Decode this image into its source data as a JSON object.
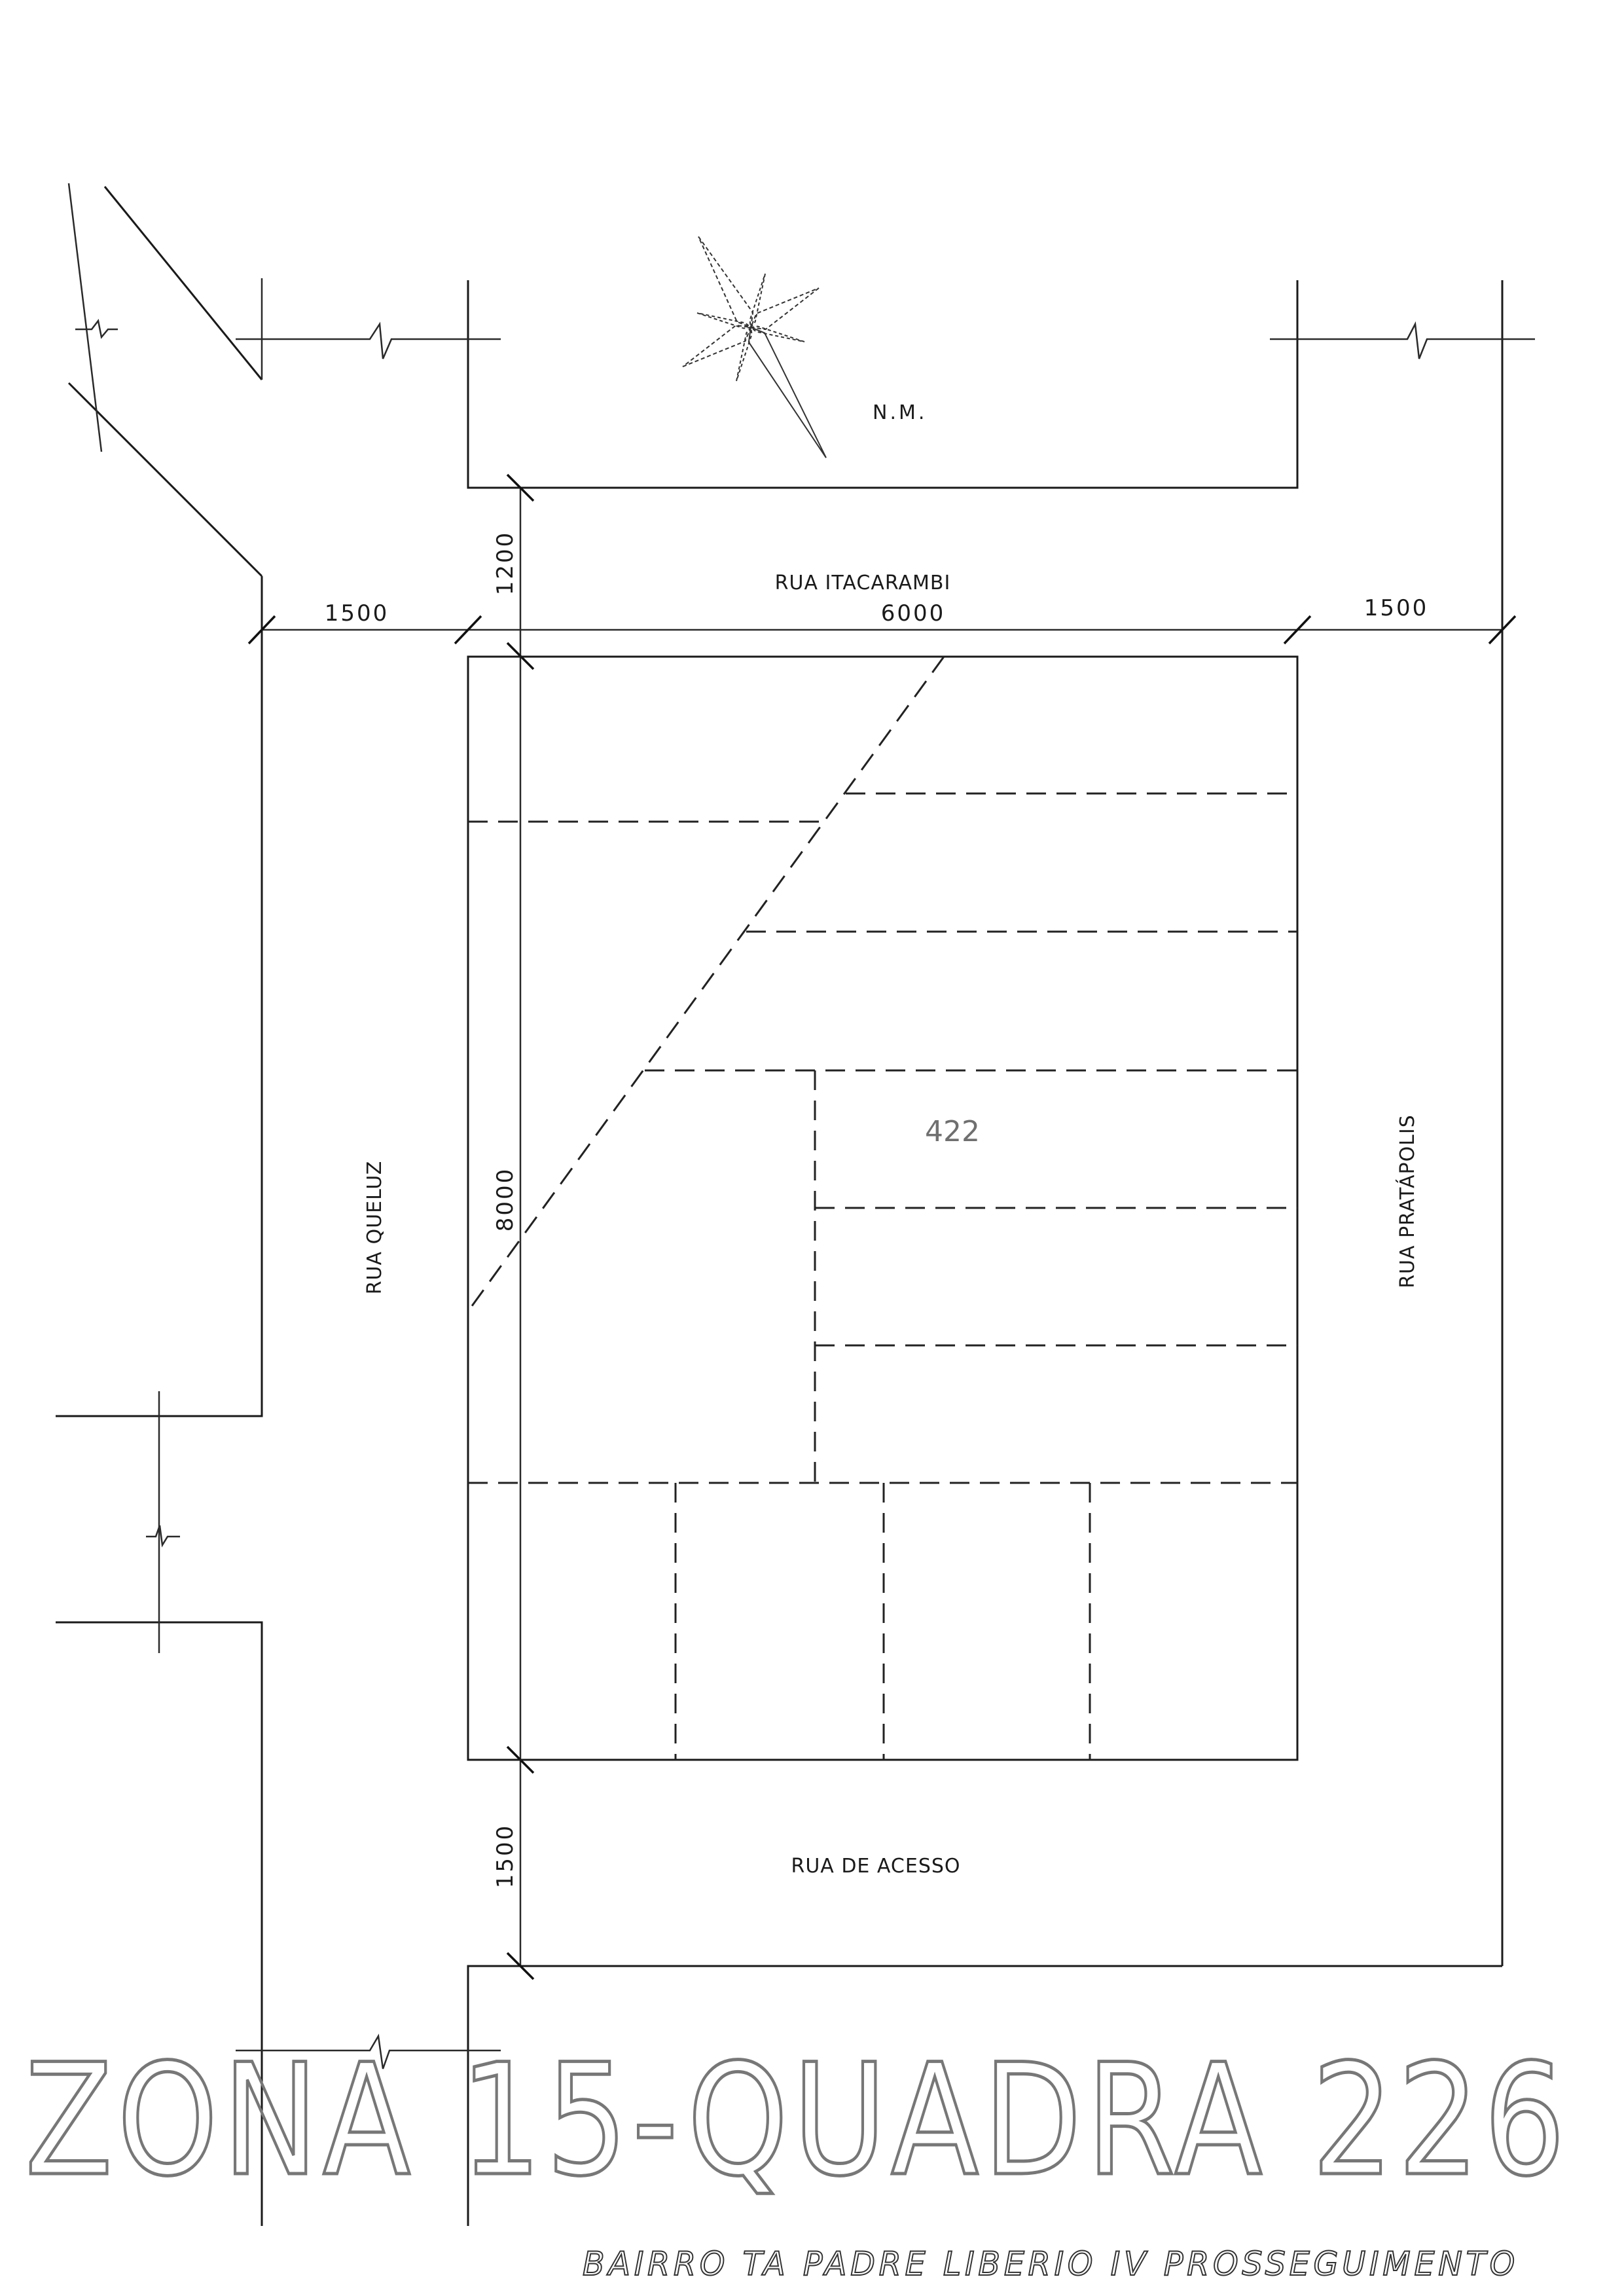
{
  "north": {
    "label": "N.M.",
    "icon": "compass-rose-icon"
  },
  "streets": {
    "top": "RUA  ITACARAMBI",
    "bottom": "RUA  DE ACESSO",
    "left": "RUA  QUELUZ",
    "right": "RUA  PRATÁPOLIS"
  },
  "dimensions": {
    "left_street_width": "1500",
    "block_width": "6000",
    "right_street_width": "1500",
    "top_street_width": "1200",
    "block_height": "8000",
    "bottom_street_width": "1500"
  },
  "lot_label": "422",
  "handwritten": {
    "title": "ZONA 15-QUADRA 226",
    "subtitle": "BAIRRO TA PADRE LIBERIO IV PROSSEGUIMENTO"
  }
}
